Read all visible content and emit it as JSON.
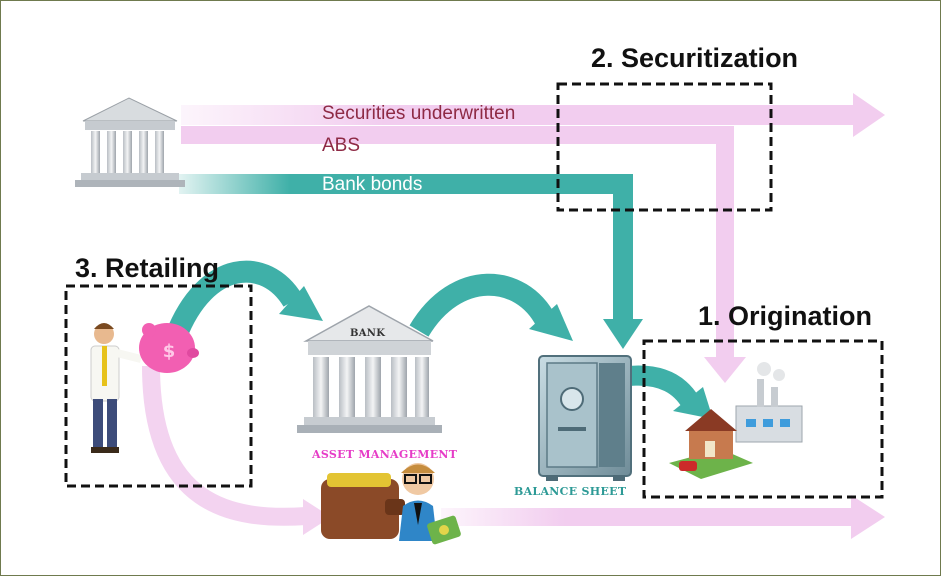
{
  "flows": {
    "securities_underwritten": "Securities underwritten",
    "abs": "ABS",
    "bank_bonds": "Bank bonds"
  },
  "stages": {
    "securitization": "2. Securitization",
    "retailing": "3. Retailing",
    "origination": "1. Origination"
  },
  "entities": {
    "bank_sign": "BANK",
    "asset_management": "ASSET MANAGEMENT",
    "balance_sheet": "BALANCE SHEET"
  },
  "colors": {
    "pink_flow": "#f2cdef",
    "teal_flow": "#3fb0a8",
    "pink_text": "#8e2a45",
    "asset_management_text": "#e63cc7",
    "balance_sheet_text": "#2d9a96",
    "frame_border": "#6f7a4e"
  }
}
